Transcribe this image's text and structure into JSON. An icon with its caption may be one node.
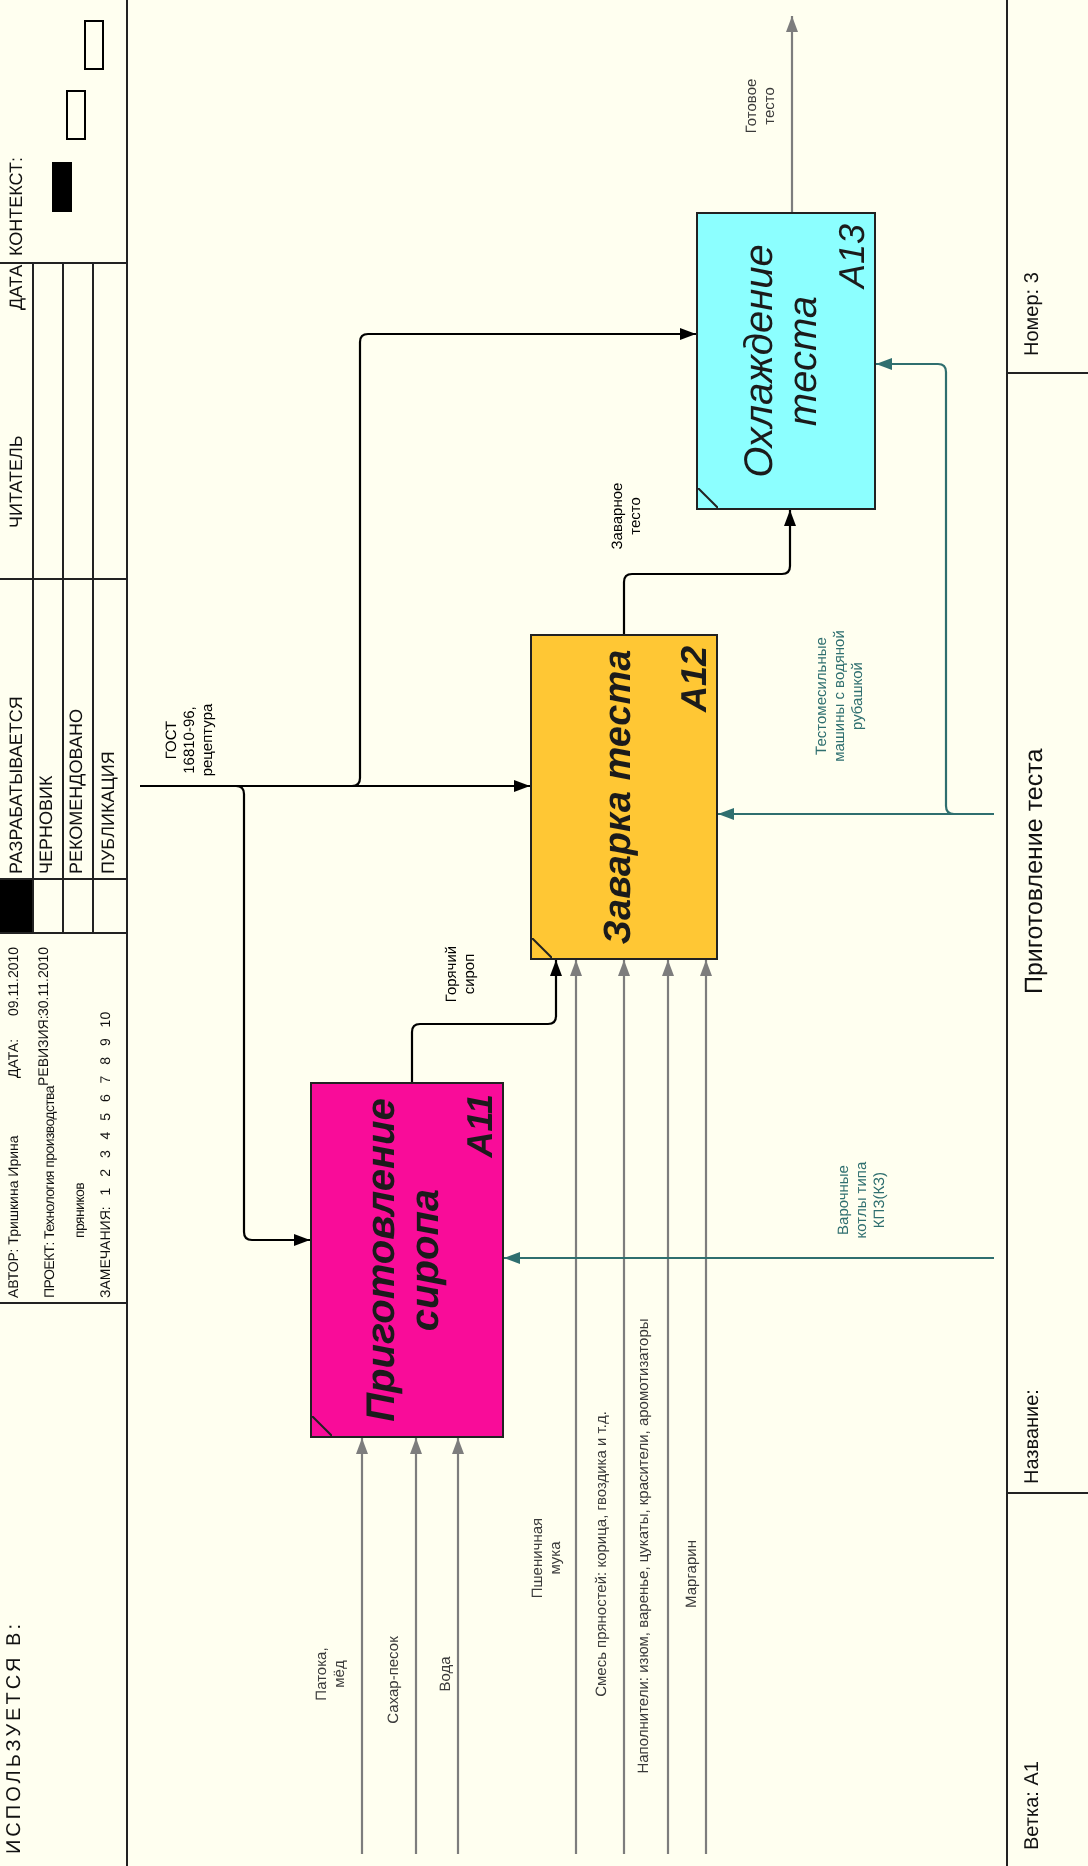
{
  "diagram": {
    "title": "Приготовление теста",
    "nodes": [
      {
        "text": [
          "Приготовление сиропа",
          "A11"
        ]
      },
      {
        "text": [
          "Заварка теста",
          "A12"
        ]
      },
      {
        "text": [
          "Охлаждение теста",
          "A13"
        ]
      }
    ],
    "edges": [
      {
        "from": null,
        "to": 0,
        "arrow": "to",
        "label": "Патока, мёд"
      },
      {
        "from": null,
        "to": 0,
        "arrow": "to",
        "label": "Сахар-песок"
      },
      {
        "from": null,
        "to": 0,
        "arrow": "to",
        "label": "Вода"
      },
      {
        "from": null,
        "to": 1,
        "arrow": "to",
        "label": "Пшеничная мука"
      },
      {
        "from": null,
        "to": 1,
        "arrow": "to",
        "label": "Смесь пряностей: корица, гвоздика и т.д."
      },
      {
        "from": null,
        "to": 1,
        "arrow": "to",
        "label": "Наполнители: изюм, варенье, цукаты, красители, аромотизаторы"
      },
      {
        "from": null,
        "to": 1,
        "arrow": "to",
        "label": "Маргарин"
      },
      {
        "from": 0,
        "to": 1,
        "arrow": "to",
        "label": "Горячий сироп",
        "color": "#000000"
      },
      {
        "from": 1,
        "to": 2,
        "arrow": "to",
        "label": "Заварное тесто",
        "color": "#000000"
      },
      {
        "from": null,
        "to": 0,
        "arrow": "to",
        "color": "#000000"
      },
      {
        "from": null,
        "to": 1,
        "arrow": "to",
        "label": "ГОСТ 16810-96, рецептура",
        "color": "#000000"
      },
      {
        "from": null,
        "to": 2,
        "arrow": "to",
        "color": "#000000"
      },
      {
        "from": null,
        "to": 0,
        "arrow": "to",
        "label": "Варочные котлы типа КПЗ(КЗ)",
        "color": "#2f6f6f"
      },
      {
        "from": null,
        "to": 1,
        "arrow": "to",
        "label": "Тестомесильные машины с водяной рубашкой",
        "color": "#2f6f6f"
      },
      {
        "from": null,
        "to": 2,
        "arrow": "to",
        "color": "#2f6f6f"
      },
      {
        "from": 2,
        "to": null,
        "arrow": "to",
        "label": "Готовое тесто"
      }
    ],
    "labels": [
      "ИСПОЛЬЗУЕТСЯ В:",
      "АВТОР: Тришкина Ирина",
      "ДАТА:",
      "09.11.2010",
      "РАЗРАБАТЫВАЕТСЯ",
      "ЧИТАТЕЛЬ",
      "ДАТА",
      "КОНТЕКСТ:",
      "ПРОЕКТ: Технология производства пряников",
      "РЕВИЗИЯ:",
      "30.11.2010",
      "ЧЕРНОВИК",
      "РЕКОМЕНДОВАНО",
      "ЗАМЕЧАНИЯ: 1 2 3 4 5 6 7 8 9 10",
      "ПУБЛИКАЦИЯ",
      "Ветка: A1",
      "Название:",
      "Номер: 3"
    ]
  }
}
